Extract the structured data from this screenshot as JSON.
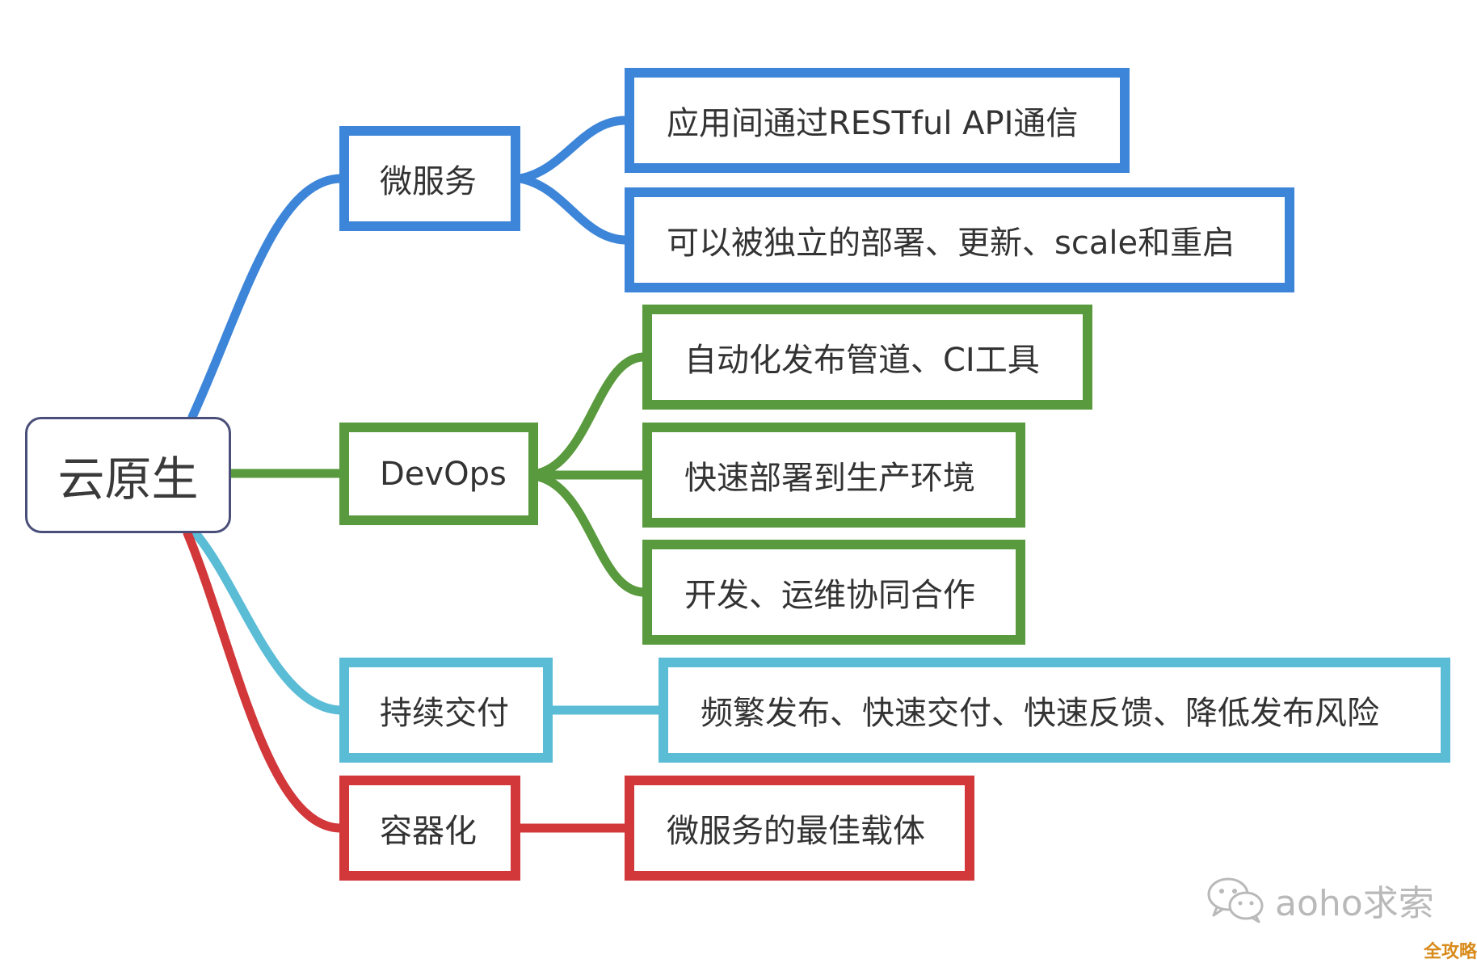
{
  "colors": {
    "microservice": "#3d85d8",
    "devops": "#5a9a3e",
    "delivery": "#5bbcd6",
    "container": "#d2373a",
    "root_border": "#4a4f7a",
    "watermark": "#b9b9b9",
    "badge": "#d88a1a"
  },
  "root": {
    "label": "云原生"
  },
  "branches": {
    "microservice": {
      "label": "微服务",
      "leaves": [
        "应用间通过RESTful API通信",
        "可以被独立的部署、更新、scale和重启"
      ]
    },
    "devops": {
      "label": "DevOps",
      "leaves": [
        "自动化发布管道、CI工具",
        "快速部署到生产环境",
        "开发、运维协同合作"
      ]
    },
    "delivery": {
      "label": "持续交付",
      "leaves": [
        "频繁发布、快速交付、快速反馈、降低发布风险"
      ]
    },
    "container": {
      "label": "容器化",
      "leaves": [
        "微服务的最佳载体"
      ]
    }
  },
  "watermark": {
    "icon": "wechat-icon",
    "text": "aoho求索"
  },
  "badge": {
    "text": "全攻略"
  }
}
